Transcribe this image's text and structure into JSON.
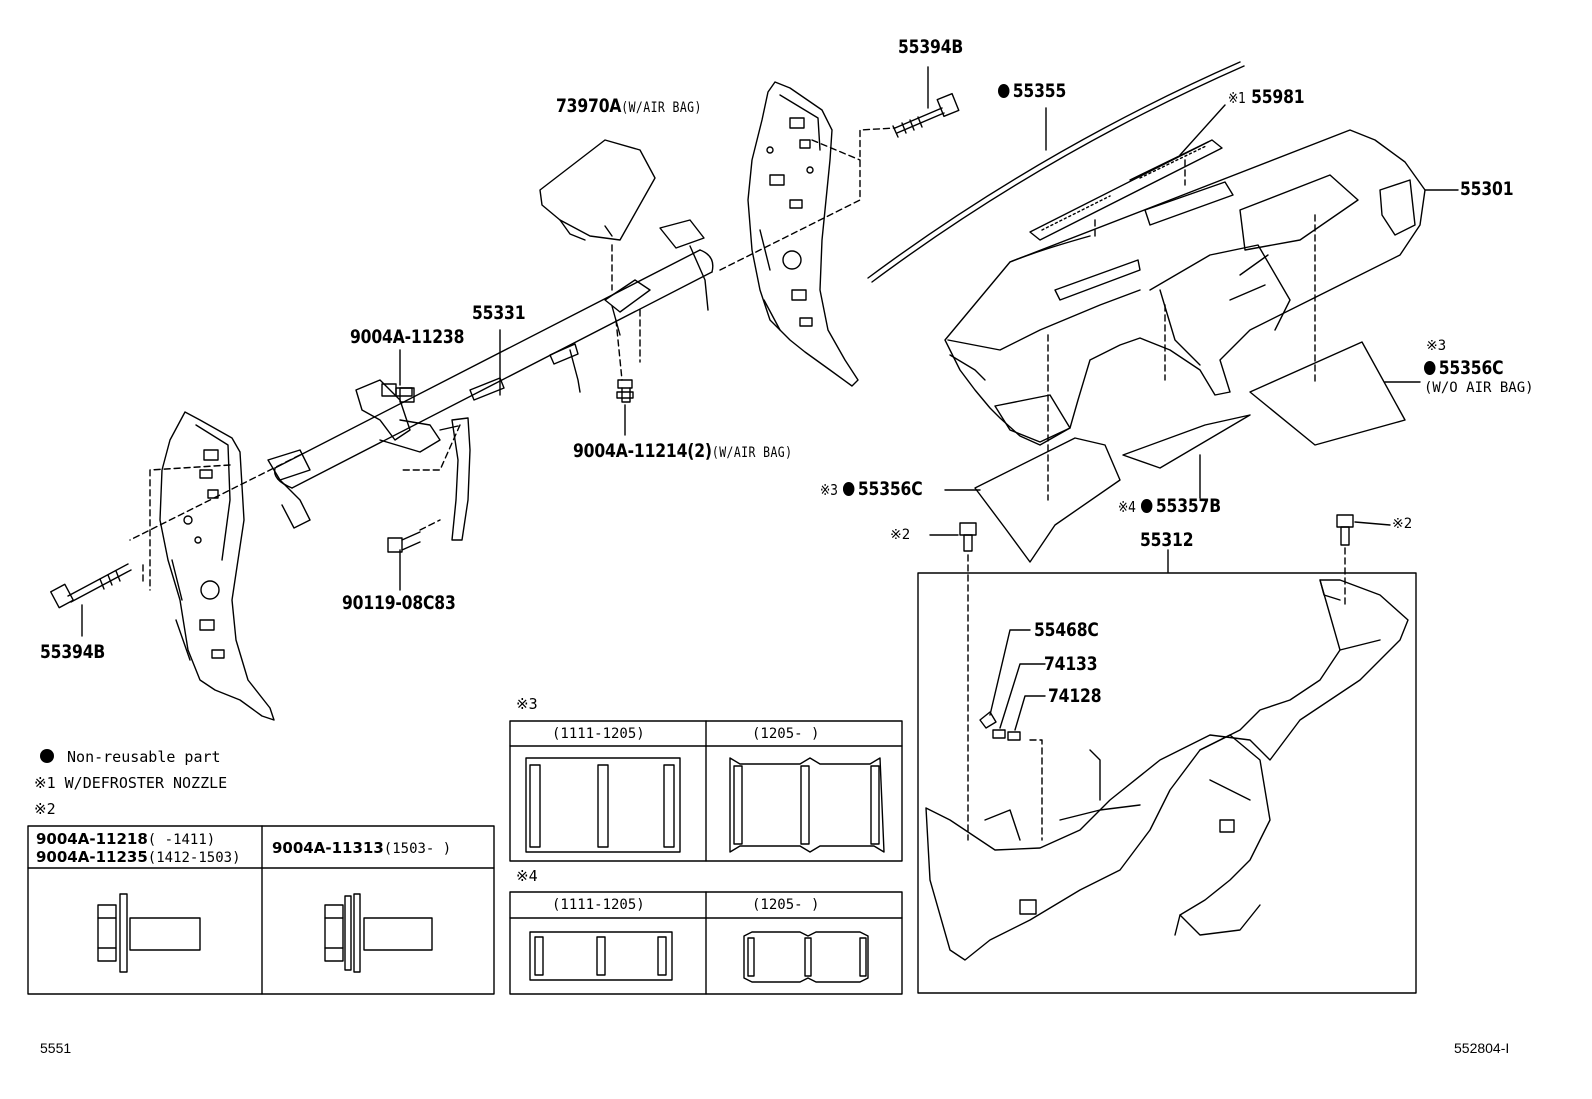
{
  "labels": {
    "p55394b_top": "55394B",
    "p55355": "55355",
    "p55981": "55981",
    "p55981_mark": "※1",
    "p73970a": "73970A",
    "p73970a_note": "(W/AIR BAG)",
    "p55301": "55301",
    "p55331": "55331",
    "p9004a_11238": "9004A-11238",
    "p9004a_11214": "9004A-11214(2)",
    "p9004a_11214_note": "(W/AIR BAG)",
    "p55356c_right_mark": "※3",
    "p55356c_right": "55356C",
    "p55356c_right_note": "(W/O AIR BAG)",
    "p55356c_left_mark": "※3",
    "p55356c_left": "55356C",
    "p55357b_mark": "※4",
    "p55357b": "55357B",
    "p90119": "90119-08C83",
    "p55394b_bottom": "55394B",
    "p55312": "55312",
    "mark2_left": "※2",
    "mark2_right": "※2",
    "p55468c": "55468C",
    "p74133": "74133",
    "p74128": "74128"
  },
  "legend": {
    "nonreusable": "Non-reusable part",
    "note1": "※1 W/DEFROSTER NOZZLE",
    "note2": "※2",
    "note3": "※3",
    "note4": "※4"
  },
  "table2": {
    "left_row1_part": "9004A-11218",
    "left_row1_range": "(     -1411)",
    "left_row2_part": "9004A-11235",
    "left_row2_range": "(1412-1503)",
    "right_part": "9004A-11313",
    "right_range": "(1503-     )"
  },
  "table3": {
    "col1": "(1111-1205)",
    "col2": "(1205-     )"
  },
  "table4": {
    "col1": "(1111-1205)",
    "col2": "(1205-     )"
  },
  "footer": {
    "left": "5551",
    "right": "552804-I"
  }
}
